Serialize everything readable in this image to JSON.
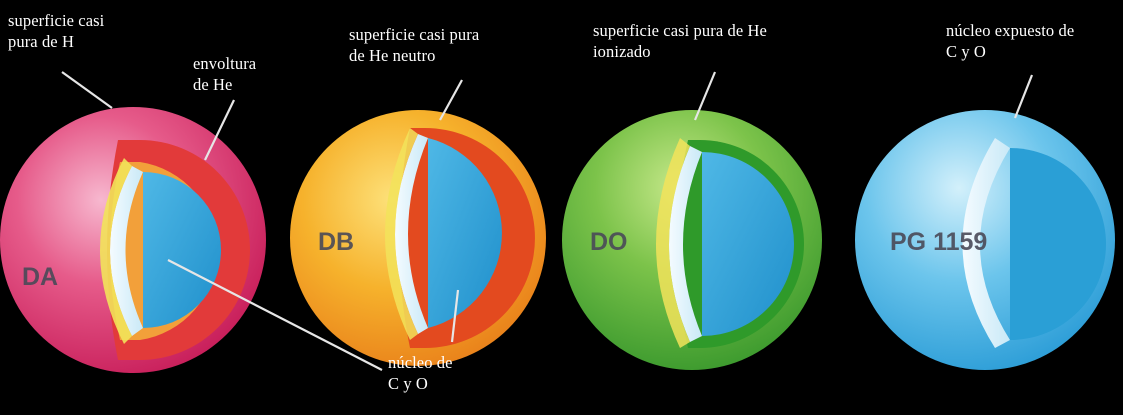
{
  "labels": {
    "da_surface": "superficie casi\npura de H",
    "da_envelope": "envoltura\nde He",
    "db_surface": "superficie casi pura\nde He neutro",
    "do_surface": "superficie casi pura de He\nionizado",
    "pg_surface": "núcleo expuesto de\nC y O",
    "core": "núcleo de\nC y O"
  },
  "stars": [
    {
      "id": "da",
      "name": "DA"
    },
    {
      "id": "db",
      "name": "DB"
    },
    {
      "id": "do",
      "name": "DO"
    },
    {
      "id": "pg",
      "name": "PG 1159"
    }
  ],
  "colors": {
    "background": "#000000",
    "da_surface": "#e0457a",
    "da_envelope": "#e23a3a",
    "db_surface": "#f2a21e",
    "db_envelope": "#e34a1f",
    "do_surface": "#5fae3b",
    "do_envelope": "#2f9a2a",
    "inner_yellow": "#f2e35a",
    "core": "#2a9fd6",
    "cut_white": "#dff2fb",
    "pg_surface": "#58bde9",
    "leader": "#e6e6e6"
  }
}
